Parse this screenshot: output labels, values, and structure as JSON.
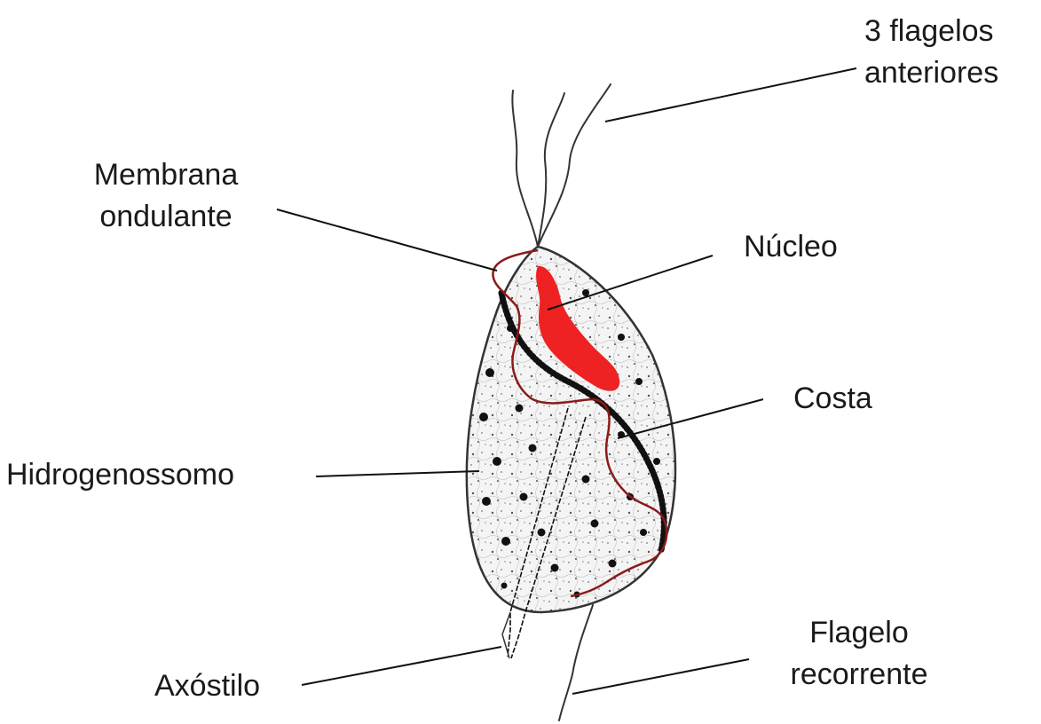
{
  "labels": {
    "anterior_flagella": [
      "3 flagelos",
      "anteriores"
    ],
    "undulating_membrane": [
      "Membrana",
      "ondulante"
    ],
    "nucleus": "Núcleo",
    "costa": "Costa",
    "hydrogenosome": "Hidrogenossomo",
    "axostyle": "Axóstilo",
    "recurrent_flagellum": [
      "Flagelo",
      "recorrente"
    ]
  },
  "colors": {
    "nucleus": "#ee2222",
    "undulating_membrane": "#8b1a1a",
    "outline": "#333333",
    "text": "#1a1a1a"
  }
}
